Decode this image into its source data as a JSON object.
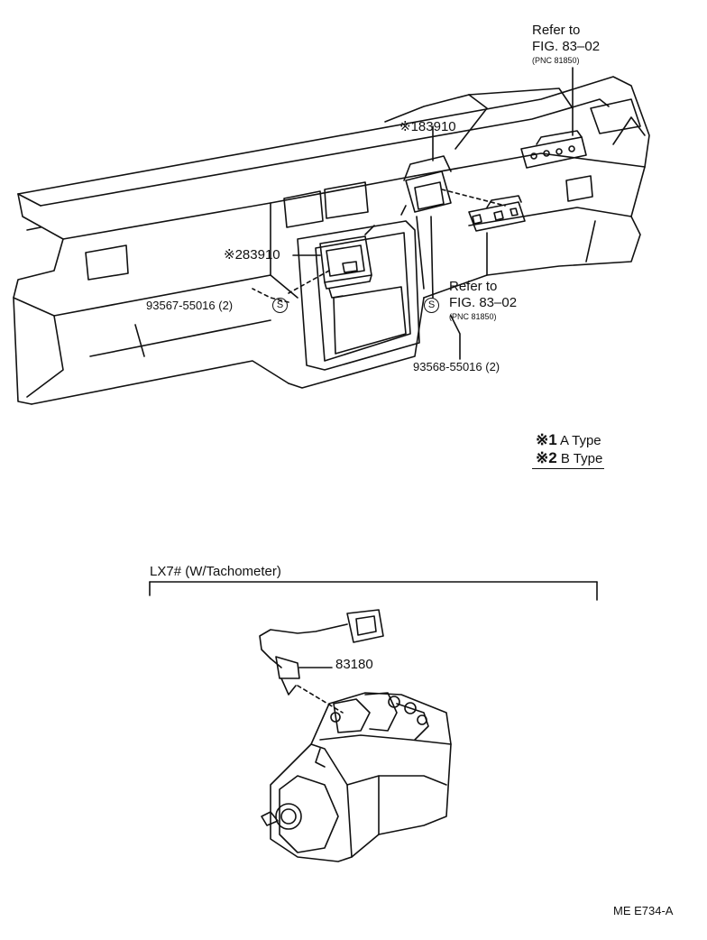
{
  "refer_top": {
    "line1": "Refer to",
    "line2": "FIG. 83–02",
    "line3": "(PNC 81850)"
  },
  "refer_mid": {
    "line1": "Refer to",
    "line2": "FIG. 83–02",
    "line3": "(PNC 81850)"
  },
  "parts": {
    "p1": "※183910",
    "p2": "※283910",
    "screw_left": "93567-55016 (2)",
    "screw_right": "93568-55016 (2)",
    "sensor": "83180",
    "screw_symbol": "S"
  },
  "legend": {
    "row1_mark": "※1",
    "row1_text": "A Type",
    "row2_mark": "※2",
    "row2_text": "B Type"
  },
  "section": {
    "title": "LX7# (W/Tachometer)"
  },
  "footer": {
    "code": "ME E734-A"
  }
}
